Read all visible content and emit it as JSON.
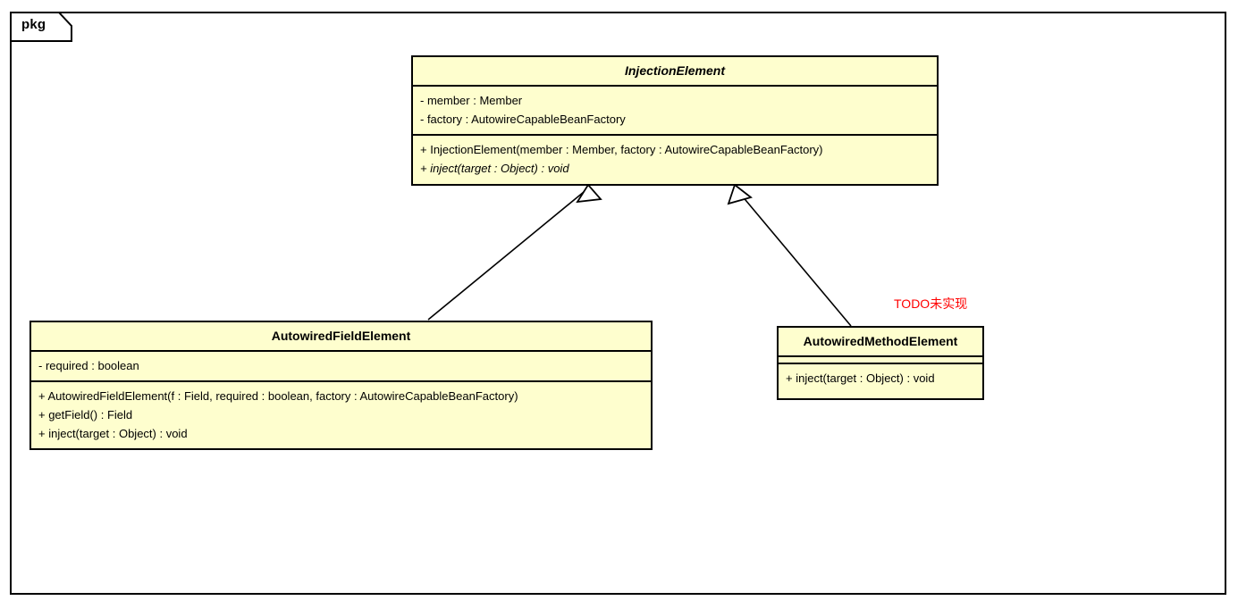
{
  "diagram": {
    "type": "uml-class-diagram",
    "package": {
      "label": "pkg"
    },
    "colors": {
      "class_fill": "#FEFECE",
      "class_border": "#000000",
      "line": "#000000",
      "note_text": "#FF0000",
      "background": "#FFFFFF"
    },
    "classes": [
      {
        "id": "InjectionElement",
        "name": "InjectionElement",
        "abstract": true,
        "attributes": [
          "- member : Member",
          "- factory : AutowireCapableBeanFactory"
        ],
        "operations": [
          {
            "text": "+ InjectionElement(member : Member, factory : AutowireCapableBeanFactory)",
            "abstract": false
          },
          {
            "text": "+ inject(target : Object) : void",
            "abstract": true
          }
        ]
      },
      {
        "id": "AutowiredFieldElement",
        "name": "AutowiredFieldElement",
        "abstract": false,
        "attributes": [
          "- required : boolean"
        ],
        "operations": [
          {
            "text": "+ AutowiredFieldElement(f : Field, required : boolean, factory : AutowireCapableBeanFactory)",
            "abstract": false
          },
          {
            "text": "+ getField() : Field",
            "abstract": false
          },
          {
            "text": "+ inject(target : Object) : void",
            "abstract": false
          }
        ]
      },
      {
        "id": "AutowiredMethodElement",
        "name": "AutowiredMethodElement",
        "abstract": false,
        "attributes": [],
        "operations": [
          {
            "text": "+ inject(target : Object) : void",
            "abstract": false
          }
        ]
      }
    ],
    "relationships": [
      {
        "type": "generalization",
        "from": "AutowiredFieldElement",
        "to": "InjectionElement"
      },
      {
        "type": "generalization",
        "from": "AutowiredMethodElement",
        "to": "InjectionElement"
      }
    ],
    "notes": [
      {
        "id": "todo-note",
        "text": "TODO未实现",
        "color": "#FF0000",
        "target": "AutowiredMethodElement"
      }
    ]
  }
}
